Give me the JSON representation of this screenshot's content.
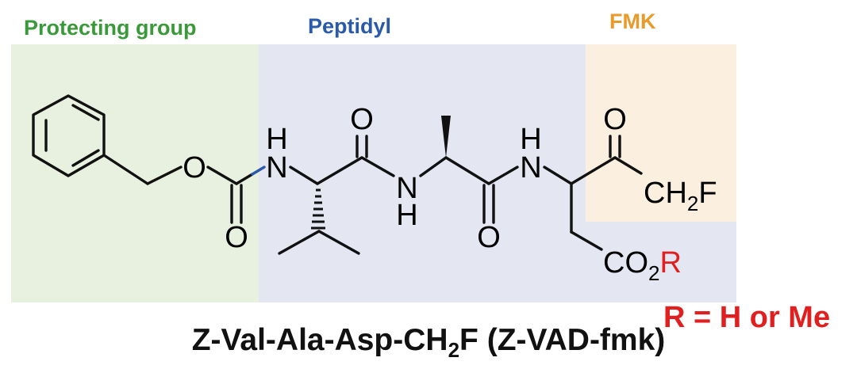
{
  "regions": {
    "protecting": {
      "label": "Protecting group",
      "color": "#3a9a3a",
      "fill": "#e8f0e0"
    },
    "peptidyl": {
      "label": "Peptidyl",
      "color": "#2a5aa8",
      "fill": "#e4e6f2"
    },
    "fmk": {
      "label": "FMK",
      "color": "#e89a2a",
      "fill": "#fbefdf"
    }
  },
  "atoms": {
    "o_ester": "O",
    "n1": "N",
    "h1": "H",
    "o_carbonyl1": "O",
    "o_val": "O",
    "n2": "N",
    "h2": "H",
    "o_ala": "O",
    "n3": "N",
    "h3": "H",
    "o_ketone": "O",
    "ch2f_ch": "CH",
    "ch2f_sub": "2",
    "ch2f_f": "F",
    "co2r_co": "CO",
    "co2r_sub": "2",
    "co2r_r": "R"
  },
  "r_definition": {
    "text": "R = H or Me",
    "color": "#e02020"
  },
  "caption": {
    "prefix": "Z-Val-Ala-Asp-CH",
    "sub": "2",
    "suffix": "F (Z-VAD-fmk)"
  }
}
